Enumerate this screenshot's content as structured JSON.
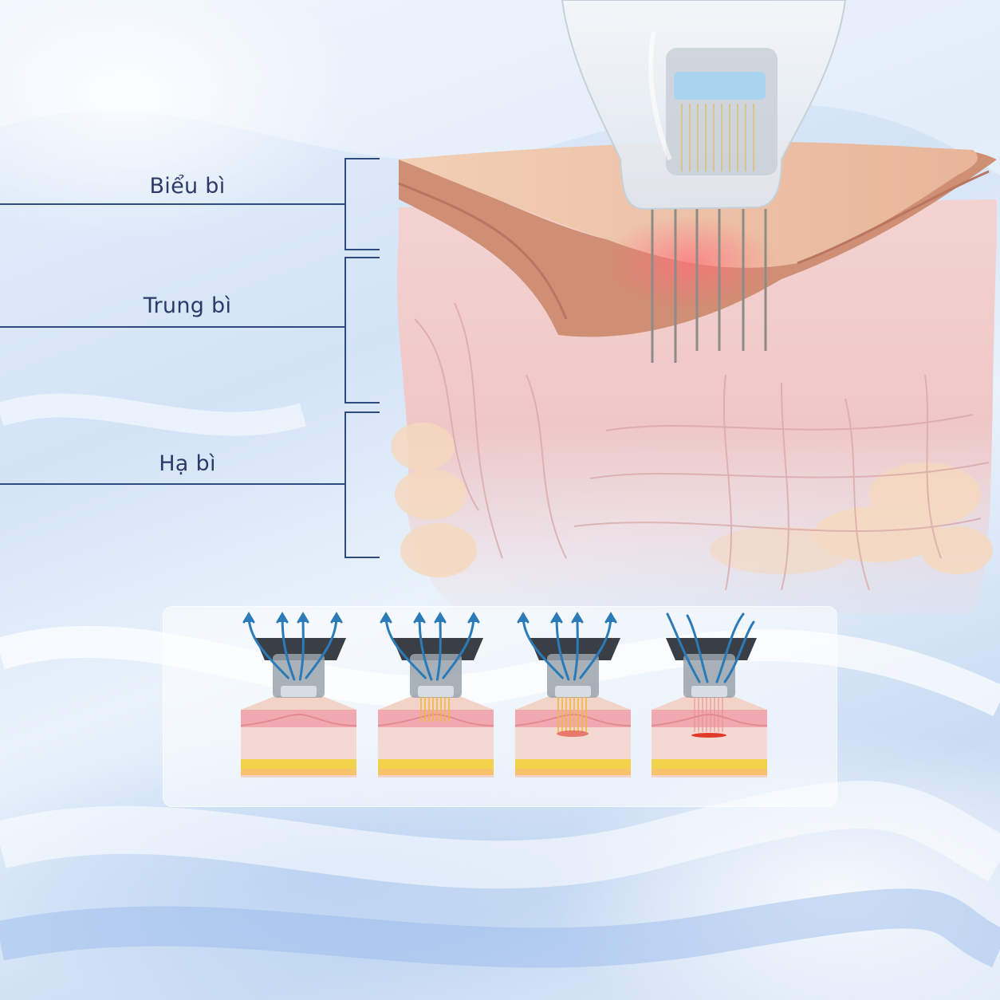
{
  "labels": {
    "epidermis": "Biểu bì",
    "dermis": "Trung bì",
    "hypodermis": "Hạ bì"
  },
  "colors": {
    "line": "#2f4a7d",
    "label": "#2b3a67",
    "skin_top": "#e9b89b",
    "skin_mid": "#f1cfd0",
    "fat": "#f6dcc2",
    "arrow": "#2a7bb8",
    "laser": "#e23a2a"
  },
  "steps": [
    {
      "icon": "applicator-surface-icon"
    },
    {
      "icon": "applicator-needles-shallow-icon"
    },
    {
      "icon": "applicator-needles-deep-icon"
    },
    {
      "icon": "applicator-rf-focus-icon"
    }
  ]
}
